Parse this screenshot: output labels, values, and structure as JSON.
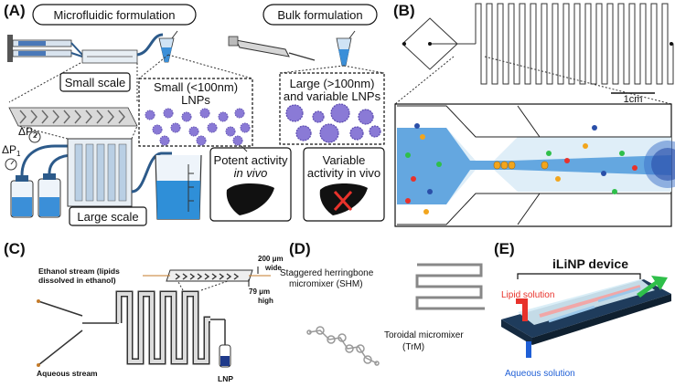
{
  "panels": {
    "a": {
      "label": "(A)",
      "microfluidic_title": "Microfluidic formulation",
      "bulk_title": "Bulk formulation",
      "small_scale": "Small scale",
      "large_scale": "Large scale",
      "small_lnp_line1": "Small (<100nm)",
      "small_lnp_line2": "LNPs",
      "large_lnp_line1": "Large (>100nm)",
      "large_lnp_line2": "and variable LNPs",
      "potent_line1": "Potent activity",
      "potent_line2": "in vivo",
      "variable_line1": "Variable",
      "variable_line2": "activity in vivo",
      "dp2_base": "ΔP",
      "dp2_sub": "2",
      "dp1_base": "ΔP",
      "dp1_sub": "1"
    },
    "b": {
      "label": "(B)",
      "scale_bar": "1cm"
    },
    "c": {
      "label": "(C)",
      "ethanol_line1": "Ethanol stream (lipids",
      "ethanol_line2": "dissolved in ethanol)",
      "width_line1": "200 μm",
      "width_line2": "wide",
      "height_line1": "79 μm",
      "height_line2": "high",
      "aqueous": "Aqueous stream",
      "lnp": "LNP"
    },
    "d": {
      "label": "(D)",
      "shm_line1": "Staggered herringbone",
      "shm_line2": "micromixer (SHM)",
      "trm_line1": "Toroidal micromixer",
      "trm_line2": "(TrM)"
    },
    "e": {
      "label": "(E)",
      "device_title": "iLiNP device",
      "lipid_solution": "Lipid solution",
      "aqueous_solution": "Aqueous solution"
    }
  },
  "colors": {
    "lnp_particle": "#8a7ad6",
    "liquid_blue": "#2f8fd8",
    "lipid_red": "#e8322b",
    "aqueous_blue": "#1f5fd6",
    "outlet_green": "#2fbf4a",
    "tubing": "#2c5a8a"
  }
}
